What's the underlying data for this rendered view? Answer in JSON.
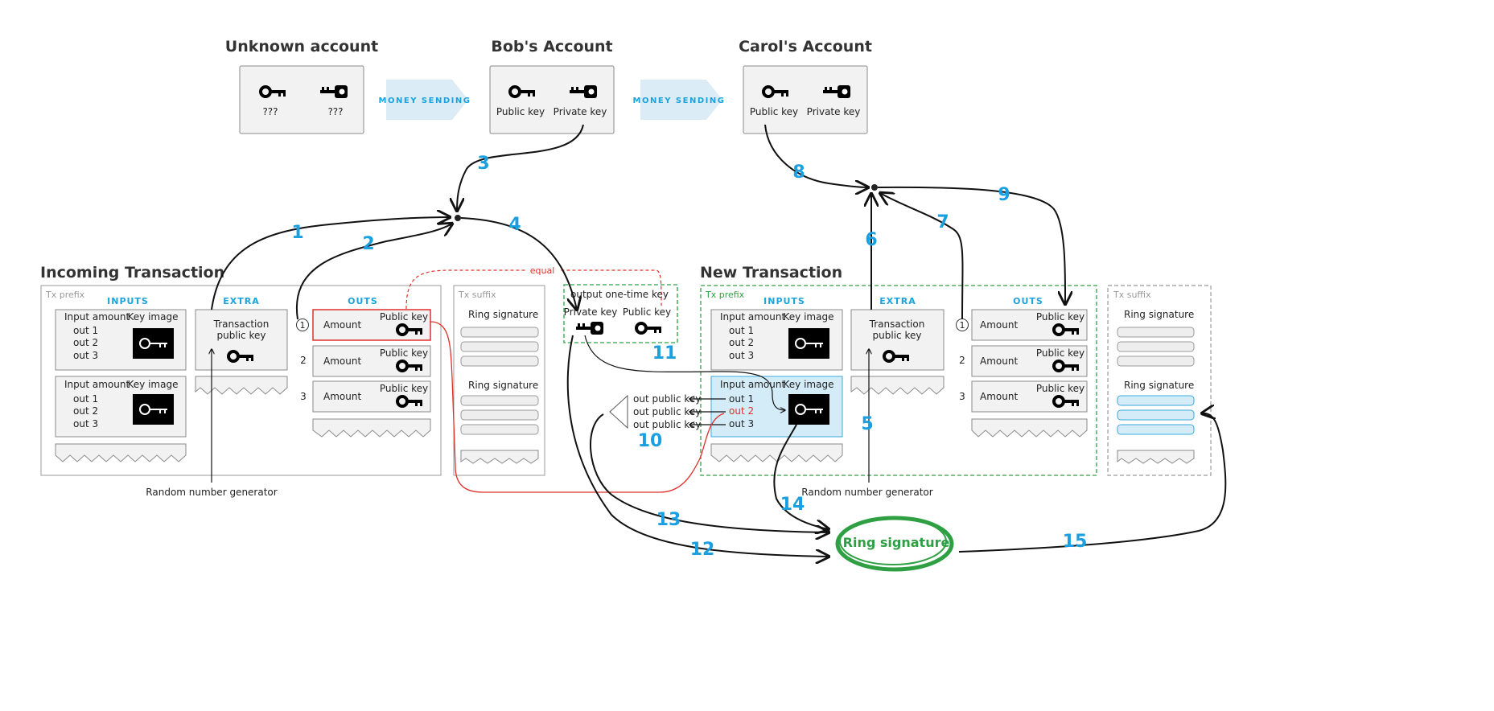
{
  "accounts": {
    "unknown": {
      "title": "Unknown account",
      "left": "???",
      "right": "???"
    },
    "bob": {
      "title": "Bob's Account",
      "public": "Public key",
      "private": "Private key"
    },
    "carol": {
      "title": "Carol's Account",
      "public": "Public key",
      "private": "Private key"
    },
    "sending_label": "MONEY SENDING"
  },
  "incoming": {
    "title": "Incoming Transaction",
    "tx_prefix": "Tx prefix",
    "tx_suffix": "Tx suffix",
    "inputs_head": "INPUTS",
    "extra_head": "EXTRA",
    "outs_head": "OUTS",
    "input_amount": "Input amount",
    "key_image": "Key image",
    "outs": [
      "out 1",
      "out 2",
      "out 3"
    ],
    "extra_text": [
      "Transaction",
      "public key"
    ],
    "amount": "Amount",
    "public_key": "Public key",
    "out_numbers": [
      "1",
      "2",
      "3"
    ],
    "ring_signature": "Ring signature",
    "rng": "Random number generator"
  },
  "one_time": {
    "title": "output one-time key",
    "private": "Private key",
    "public": "Public key",
    "equal": "equal"
  },
  "ring_fanout": {
    "items": [
      "out public key",
      "out public key",
      "out public key"
    ]
  },
  "new_tx": {
    "title": "New Transaction",
    "tx_prefix": "Tx prefix",
    "tx_suffix": "Tx suffix",
    "inputs_head": "INPUTS",
    "extra_head": "EXTRA",
    "outs_head": "OUTS",
    "input_amount": "Input amount",
    "key_image": "Key image",
    "outs": [
      "out 1",
      "out 2",
      "out 3"
    ],
    "extra_text": [
      "Transaction",
      "public key"
    ],
    "amount": "Amount",
    "public_key": "Public key",
    "out_numbers": [
      "1",
      "2",
      "3"
    ],
    "ring_signature": "Ring signature",
    "rng": "Random number generator"
  },
  "ring_signature_badge": "Ring signature",
  "steps": [
    "1",
    "2",
    "3",
    "4",
    "5",
    "6",
    "7",
    "8",
    "9",
    "10",
    "11",
    "12",
    "13",
    "14",
    "15"
  ],
  "colors": {
    "accent": "#1a9fe0",
    "green": "#2ea043",
    "red": "#e0302a",
    "highlight": "#d4ecf7"
  }
}
